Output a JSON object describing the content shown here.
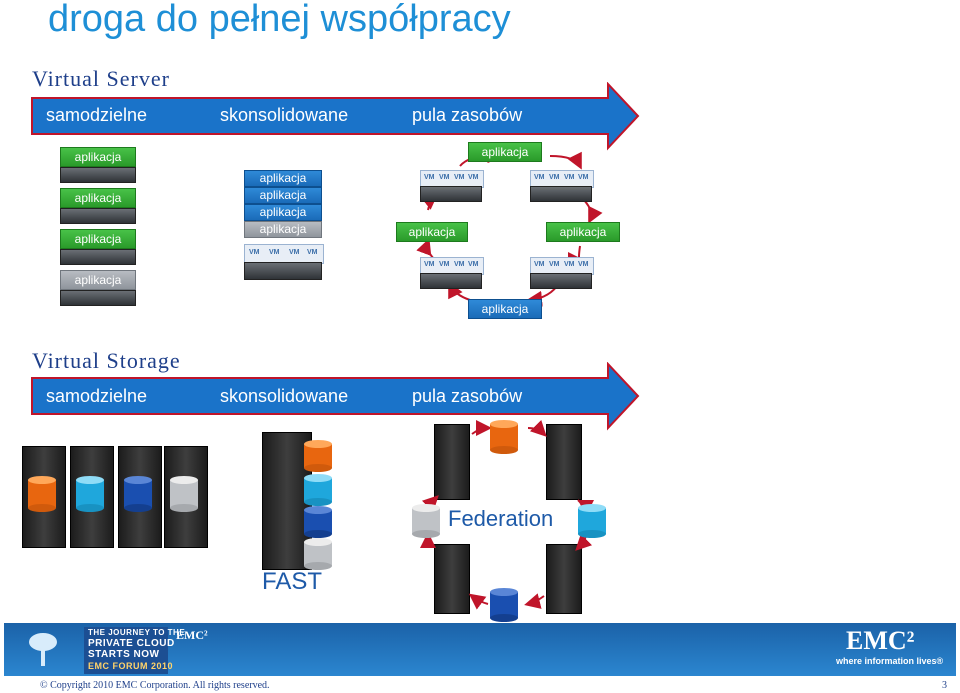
{
  "title": "droga do pełnej współpracy",
  "virtual_server": {
    "heading": "Virtual Server",
    "stages": [
      "samodzielne",
      "skonsolidowane",
      "pula zasobów"
    ],
    "app_label": "aplikacja",
    "vm_label": "VM"
  },
  "virtual_storage": {
    "heading": "Virtual Storage",
    "stages": [
      "samodzielne",
      "skonsolidowane",
      "pula zasobów"
    ],
    "federation_label": "Federation",
    "fast_label": "FAST"
  },
  "banner": {
    "line1": "THE JOURNEY TO THE",
    "line2": "PRIVATE CLOUD",
    "line3": "STARTS NOW",
    "line4": "EMC FORUM 2010",
    "small_logo": "EMC²",
    "big_logo": "EMC²",
    "tagline": "where information lives®"
  },
  "footer": {
    "copyright": "© Copyright 2010 EMC Corporation. All rights reserved.",
    "page_number": "3"
  },
  "colors": {
    "accent": "#1e8fd6",
    "arrow_fill": "#1a73c9",
    "arrow_outline": "#c0152a",
    "app_green": "#3aae3a",
    "app_blue": "#2578c8",
    "cyl_orange": "#f07a1a",
    "cyl_cyan": "#2cb4e6",
    "cyl_blue": "#1a4fb0",
    "cyl_gray": "#c7c9cc"
  }
}
